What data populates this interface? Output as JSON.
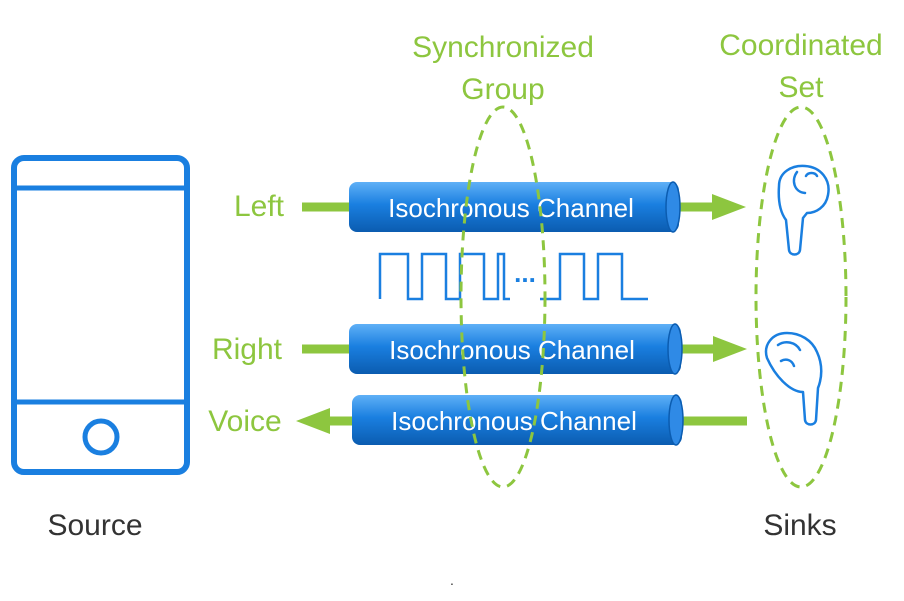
{
  "labels": {
    "synchronized_group_line1": "Synchronized",
    "synchronized_group_line2": "Group",
    "coordinated_set_line1": "Coordinated",
    "coordinated_set_line2": "Set",
    "left": "Left",
    "right": "Right",
    "voice": "Voice",
    "source": "Source",
    "sinks": "Sinks",
    "ellipsis": "...",
    "stray_mark": "."
  },
  "channels": [
    {
      "label": "Isochronous Channel",
      "stream": "Left",
      "direction": "to-sinks"
    },
    {
      "label": "Isochronous Channel",
      "stream": "Right",
      "direction": "to-sinks"
    },
    {
      "label": "Isochronous Channel",
      "stream": "Voice",
      "direction": "to-source"
    }
  ],
  "icons": [
    "phone-icon",
    "earbud-top-icon",
    "earbud-bottom-icon",
    "square-wave-icon"
  ],
  "colors": {
    "green": "#8dc63f",
    "blue": "#1a7fe0",
    "blue_light": "#4aa3f5",
    "blue_dark": "#0b5cb0",
    "text_dark": "#333333"
  }
}
